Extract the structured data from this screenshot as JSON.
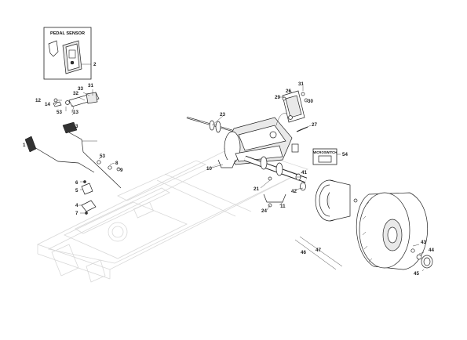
{
  "inset": {
    "title": "PEDAL SENSOR",
    "callout": "2"
  },
  "micro_switch_box": {
    "label": "MICROSWITCH",
    "callout": "54"
  },
  "callouts": [
    {
      "id": "c31a",
      "text": "31"
    },
    {
      "id": "c33",
      "text": "33"
    },
    {
      "id": "c32",
      "text": "32"
    },
    {
      "id": "c12",
      "text": "12"
    },
    {
      "id": "c14",
      "text": "14"
    },
    {
      "id": "c53a",
      "text": "53"
    },
    {
      "id": "c13",
      "text": "13"
    },
    {
      "id": "c3",
      "text": "3"
    },
    {
      "id": "c1",
      "text": "1"
    },
    {
      "id": "c53b",
      "text": "53"
    },
    {
      "id": "c8",
      "text": "8"
    },
    {
      "id": "c9",
      "text": "9"
    },
    {
      "id": "c6",
      "text": "6"
    },
    {
      "id": "c5",
      "text": "5"
    },
    {
      "id": "c4",
      "text": "4"
    },
    {
      "id": "c7",
      "text": "7"
    },
    {
      "id": "c23",
      "text": "23"
    },
    {
      "id": "c10",
      "text": "10"
    },
    {
      "id": "c31b",
      "text": "31"
    },
    {
      "id": "c29",
      "text": "29"
    },
    {
      "id": "c26",
      "text": "26"
    },
    {
      "id": "c30",
      "text": "30"
    },
    {
      "id": "c27",
      "text": "27"
    },
    {
      "id": "c41",
      "text": "41"
    },
    {
      "id": "c42",
      "text": "42"
    },
    {
      "id": "c21",
      "text": "21"
    },
    {
      "id": "c24",
      "text": "24"
    },
    {
      "id": "c11",
      "text": "11"
    },
    {
      "id": "c47",
      "text": "47"
    },
    {
      "id": "c46",
      "text": "46"
    },
    {
      "id": "c43",
      "text": "43"
    },
    {
      "id": "c44",
      "text": "44"
    },
    {
      "id": "c45",
      "text": "45"
    }
  ]
}
